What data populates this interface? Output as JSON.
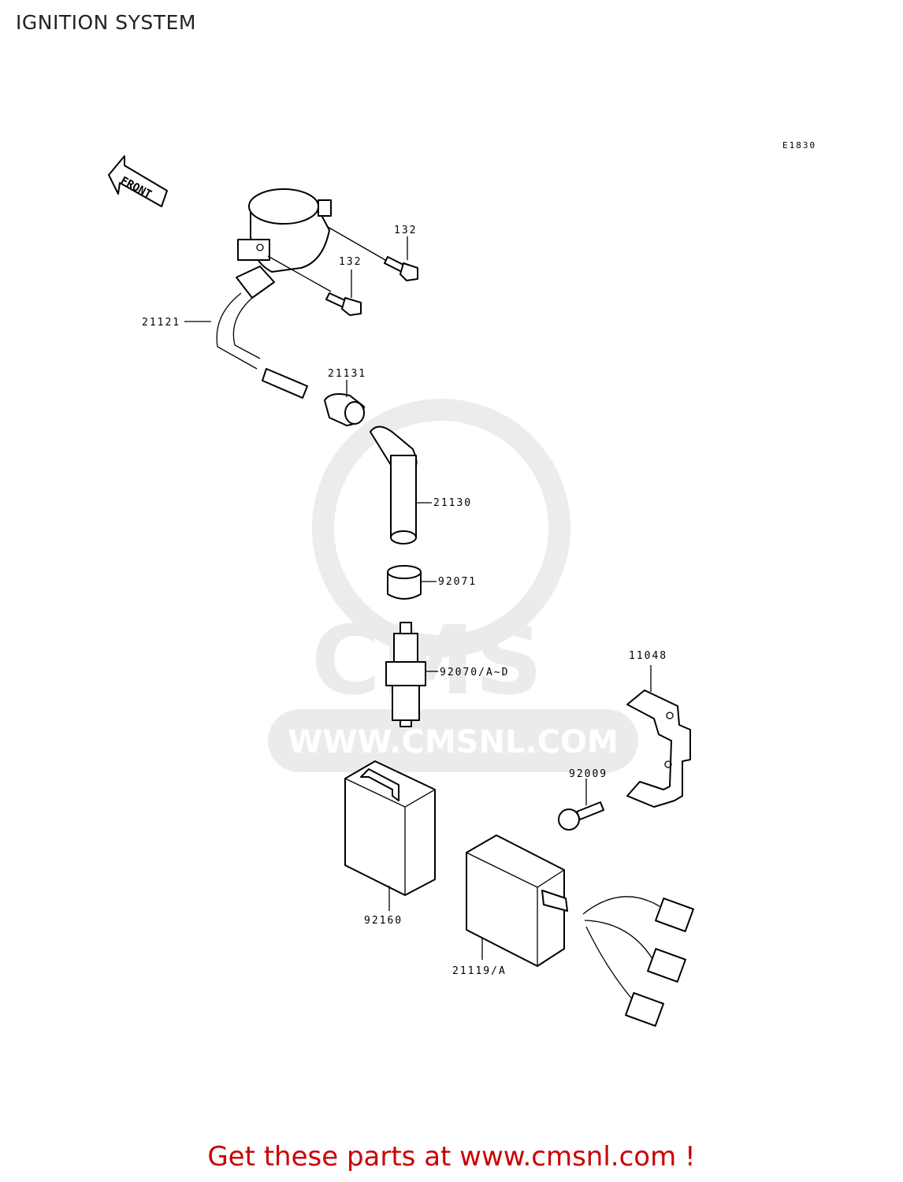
{
  "title": "IGNITION SYSTEM",
  "ref_code": "E1830",
  "front_arrow_label": "FRONT",
  "watermark": {
    "logo": "CMS",
    "url": "WWW.CMSNL.COM"
  },
  "parts": [
    {
      "number": "132"
    },
    {
      "number": "132"
    },
    {
      "number": "21121"
    },
    {
      "number": "21131"
    },
    {
      "number": "21130"
    },
    {
      "number": "92071"
    },
    {
      "number": "92070/A~D"
    },
    {
      "number": "11048"
    },
    {
      "number": "92009"
    },
    {
      "number": "92160"
    },
    {
      "number": "21119/A"
    }
  ],
  "promo": {
    "text": "Get these parts at www.cmsnl.com !",
    "color": "#cc0000"
  }
}
